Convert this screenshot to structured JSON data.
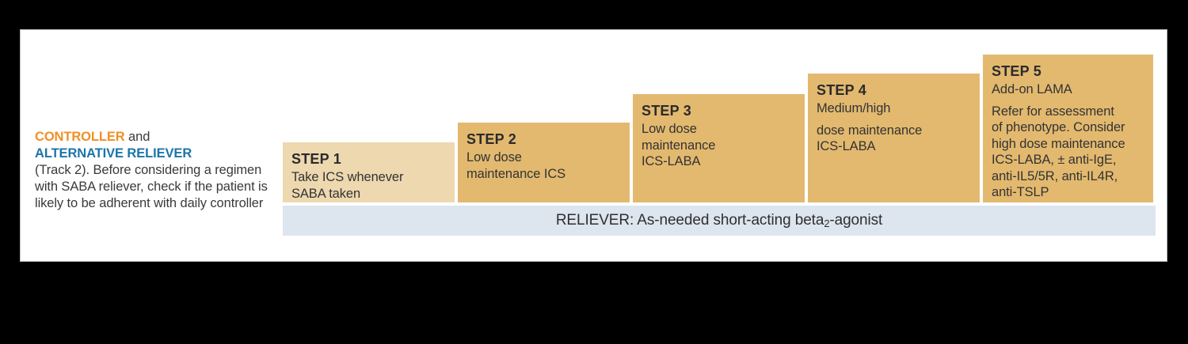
{
  "colors": {
    "controller_accent": "#EF9026",
    "alt_reliever_accent": "#1B75A8",
    "step1_fill": "#EDD8AF",
    "step_fill": "#E3B96F",
    "reliever_fill": "#DDE5EF",
    "card_bg": "#FFFFFF",
    "page_bg": "#000000",
    "text": "#333333"
  },
  "left_panel": {
    "keyword_controller": "CONTROLLER",
    "conjunction": " and",
    "keyword_alt_reliever": "ALTERNATIVE RELIEVER",
    "body": "(Track 2). Before considering a regimen with SABA reliever, check if the patient is likely to be adherent with daily controller"
  },
  "steps": [
    {
      "id": "step-1",
      "title": "STEP 1",
      "lines": [
        "Take ICS whenever\nSABA taken"
      ]
    },
    {
      "id": "step-2",
      "title": "STEP 2",
      "lines": [
        "Low dose\nmaintenance ICS"
      ]
    },
    {
      "id": "step-3",
      "title": "STEP 3",
      "lines": [
        "Low dose\nmaintenance\nICS-LABA"
      ]
    },
    {
      "id": "step-4",
      "title": "STEP 4",
      "lines": [
        "Medium/high",
        "dose maintenance\nICS-LABA"
      ]
    },
    {
      "id": "step-5",
      "title": "STEP 5",
      "lines": [
        "Add-on LAMA",
        "Refer for assessment\nof phenotype. Consider\nhigh dose maintenance\nICS-LABA, ± anti-IgE,\nanti-IL5/5R, anti-IL4R,\nanti-TSLP"
      ]
    }
  ],
  "reliever": {
    "prefix": "RELIEVER: As-needed short-acting beta",
    "subscript": "2",
    "suffix": "-agonist"
  }
}
